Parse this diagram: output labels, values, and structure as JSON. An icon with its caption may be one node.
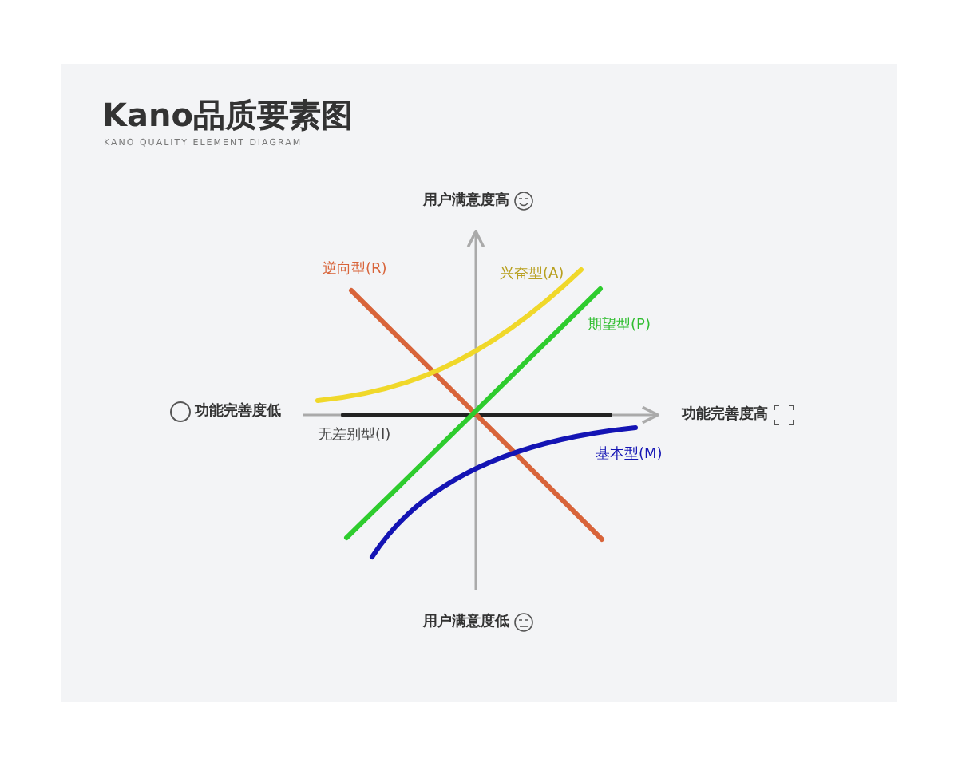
{
  "diagram": {
    "title": "Kano品质要素图",
    "labels": [
      "KANO QUALITY ELEMENT DIAGRAM",
      "用户满意度高",
      "逆向型(R)",
      "兴奋型(A)",
      "期望型(P)",
      "功能完善度低",
      "功能完善度高",
      "无差别型(I)",
      "基本型(M)",
      "用户满意度低"
    ]
  }
}
